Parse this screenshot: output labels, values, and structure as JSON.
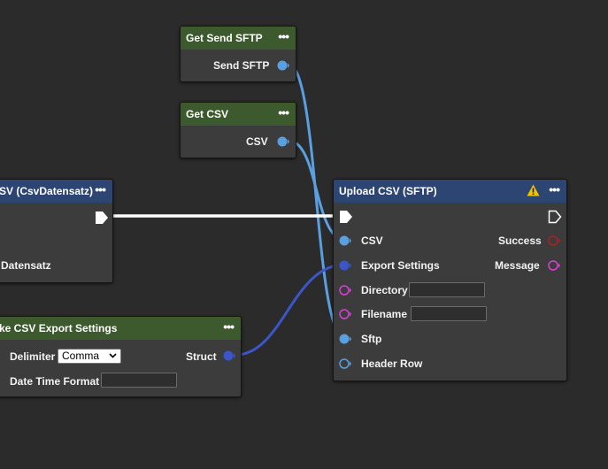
{
  "nodes": {
    "get_send_sftp": {
      "title": "Get Send SFTP",
      "menu": "•••",
      "output_label": "Send SFTP"
    },
    "get_csv": {
      "title": "Get CSV",
      "menu": "•••",
      "output_label": "CSV"
    },
    "csv_datensatz": {
      "title": "SV (CsvDatensatz)",
      "menu": "•••",
      "output_label": "Datensatz"
    },
    "make_csv_export_settings": {
      "title": "ke CSV Export Settings",
      "menu": "•••",
      "delimiter_label": "Delimiter",
      "delimiter_value": "Comma",
      "date_time_format_label": "Date Time Format",
      "date_time_format_value": "",
      "output_label": "Struct"
    },
    "upload_csv_sftp": {
      "title": "Upload CSV (SFTP)",
      "menu": "•••",
      "warning_icon": "warning-icon",
      "inputs": [
        "CSV",
        "Export Settings",
        "Directory",
        "Filename",
        "Sftp",
        "Header Row"
      ],
      "directory_value": "",
      "filename_value": "",
      "outputs": [
        "Success",
        "Message"
      ]
    }
  },
  "colors": {
    "background": "#2b2b2b",
    "node_body": "#3c3c3c",
    "header_green": "#3d5a2e",
    "header_blue": "#2d4573",
    "pin_light_blue": "#5a9fe0",
    "pin_dark_blue": "#3a56c8",
    "pin_magenta": "#d640d6",
    "pin_red": "#b02020",
    "exec_white": "#ffffff"
  }
}
